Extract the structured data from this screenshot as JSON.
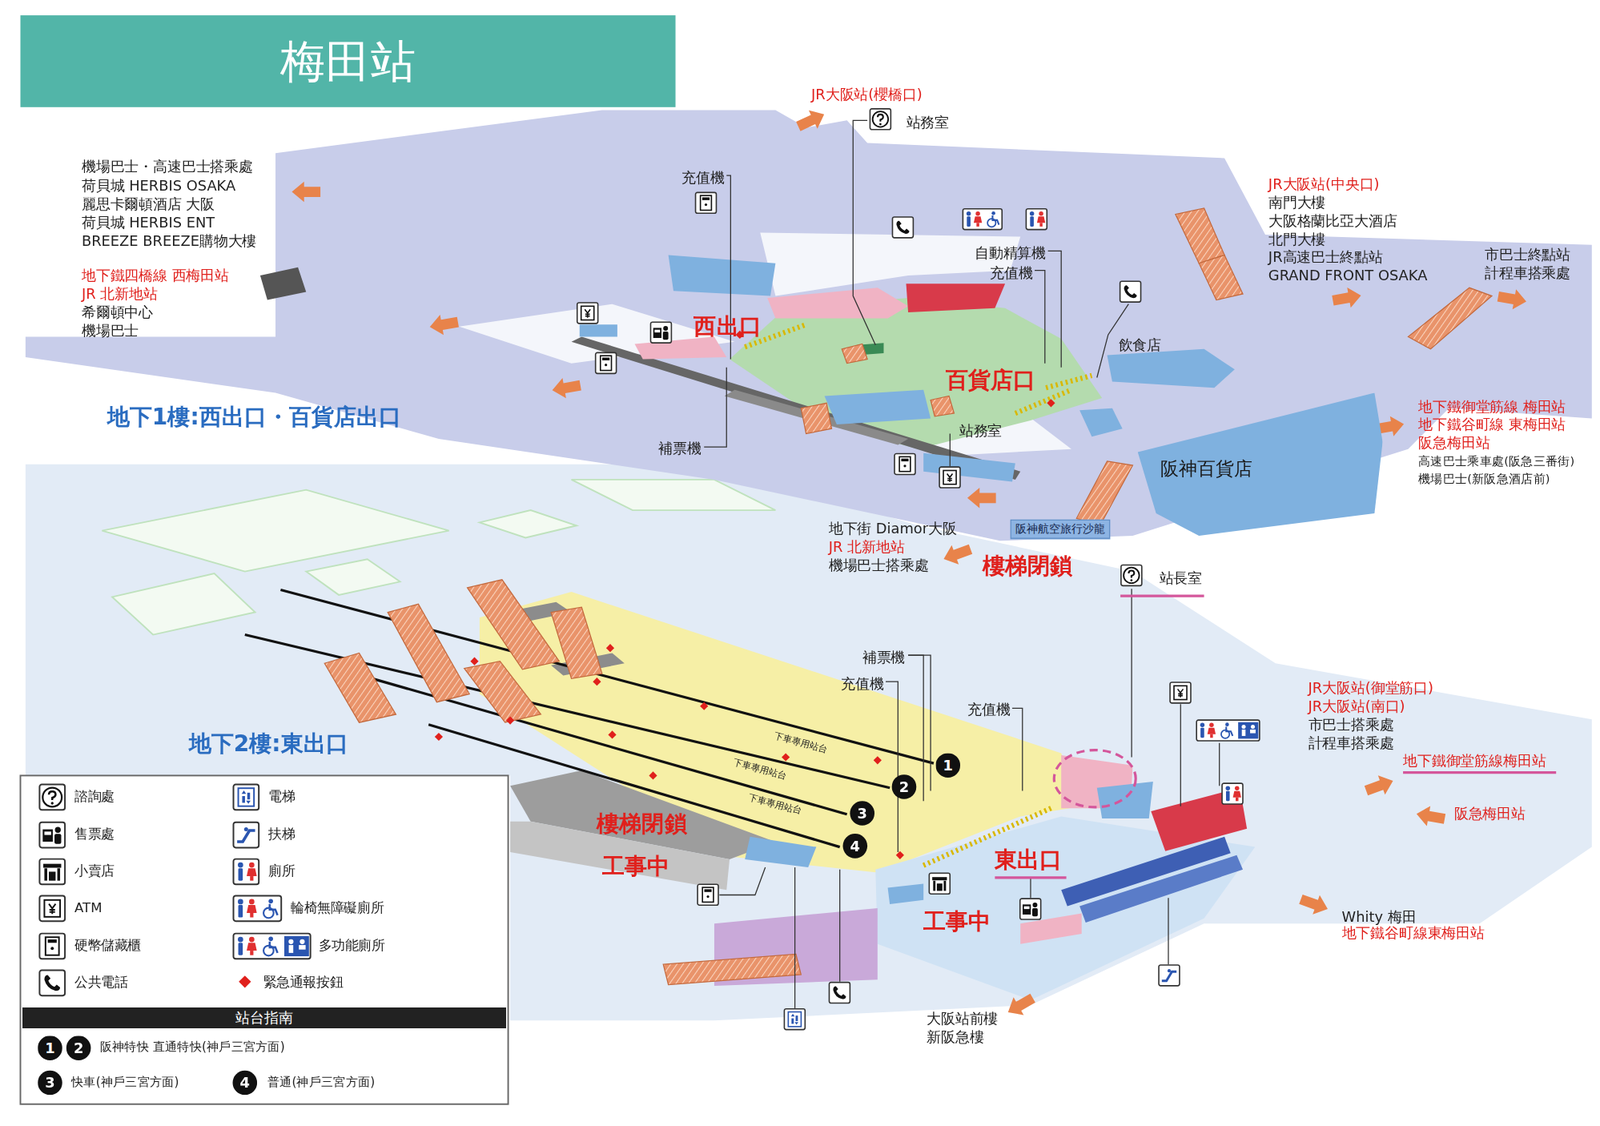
{
  "diagram": {
    "title": "梅田站",
    "nodes": [
      {
        "text": [
          "阪神百貨店"
        ]
      },
      {
        "text": [
          "阪神航空旅行沙龍"
        ]
      },
      {
        "text": [
          "1"
        ]
      },
      {
        "text": [
          "2"
        ]
      },
      {
        "text": [
          "3"
        ]
      },
      {
        "text": [
          "4"
        ]
      },
      {
        "text": [
          "站台指南"
        ]
      },
      {
        "text": [
          "1"
        ]
      },
      {
        "text": [
          "2"
        ]
      },
      {
        "text": [
          "3"
        ]
      },
      {
        "text": [
          "4"
        ]
      }
    ],
    "labels": [
      "機場巴士・高速巴士搭乘處",
      "荷貝城 HERBIS OSAKA",
      "麗思卡爾頓酒店 大阪",
      "荷貝城 HERBIS ENT",
      "BREEZE BREEZE購物大樓",
      "地下鐵四橋線 西梅田站",
      "JR 北新地站",
      "希爾頓中心",
      "機場巴士",
      "JR大阪站(櫻橋口)",
      "站務室",
      "充值機",
      "自動精算機",
      "充值機",
      "JR大阪站(中央口)",
      "南門大樓",
      "大阪格蘭比亞大酒店",
      "北門大樓",
      "JR高速巴士終點站",
      "GRAND FRONT OSAKA",
      "市巴士終點站",
      "計程車搭乘處",
      "飲食店",
      "西出口",
      "百貨店口",
      "地下1樓:西出口・百貨店出口",
      "站務室",
      "補票機",
      "地下鐵御堂筋線 梅田站",
      "地下鐵谷町線 東梅田站",
      "阪急梅田站",
      "高速巴士乘車處(阪急三番街)",
      "機場巴士(新阪急酒店前)",
      "地下街 Diamor大阪",
      "JR 北新地站",
      "機場巴士搭乘處",
      "樓梯閉鎖",
      "站長室",
      "補票機",
      "充值機",
      "充值機",
      "JR大阪站(御堂筋口)",
      "JR大阪站(南口)",
      "市巴士搭乘處",
      "計程車搭乘處",
      "地下鐵御堂筋線梅田站",
      "阪急梅田站",
      "地下2樓:東出口",
      "樓梯閉鎖",
      "工事中",
      "東出口",
      "工事中",
      "Whity 梅田",
      "地下鐵谷町線東梅田站",
      "大阪站前樓",
      "新阪急樓",
      "下車專用站台",
      "下車專用站台",
      "下車專用站台",
      "阪神特快 直通特快(神戶三宮方面)",
      "快車(神戶三宮方面)",
      "普通(神戶三宮方面)"
    ],
    "legend": [
      {
        "text": "諮詢處"
      },
      {
        "text": "售票處"
      },
      {
        "text": "小賣店"
      },
      {
        "text": "ATM"
      },
      {
        "text": "硬幣儲藏櫃"
      },
      {
        "text": "公共電話"
      },
      {
        "text": "電梯"
      },
      {
        "text": "扶梯"
      },
      {
        "text": "廁所"
      },
      {
        "text": "輪椅無障礙廁所"
      },
      {
        "text": "多功能廁所"
      },
      {
        "text": "緊急通報按鈕"
      }
    ]
  }
}
